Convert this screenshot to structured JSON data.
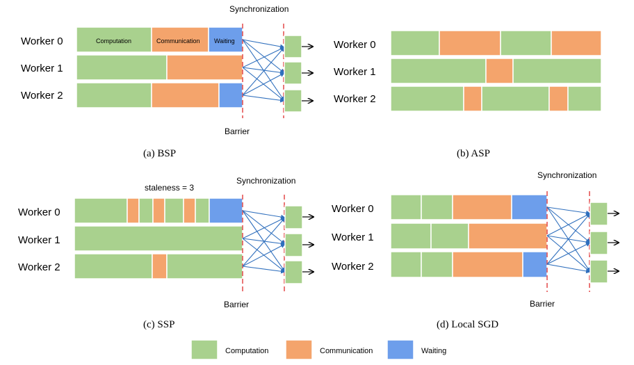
{
  "colors": {
    "computation": "#a9d18e",
    "communication": "#f4a46c",
    "waiting": "#6d9eeb",
    "barrier": "#e03c3c",
    "arrow": "#2f6fbd",
    "stroke": "#ffffff"
  },
  "legend": {
    "computation": "Computation",
    "communication": "Communication",
    "waiting": "Waiting"
  },
  "panels": {
    "bsp": {
      "caption": "(a)  BSP",
      "workers": [
        "Worker 0",
        "Worker 1",
        "Worker 2"
      ],
      "inner_labels": {
        "computation": "Computation",
        "communication": "Communication",
        "waiting": "Waiting"
      },
      "sync_label": "Synchronization",
      "barrier_label": "Barrier"
    },
    "asp": {
      "caption": "(b)  ASP",
      "workers": [
        "Worker 0",
        "Worker 1",
        "Worker 2"
      ]
    },
    "ssp": {
      "caption": "(c)  SSP",
      "workers": [
        "Worker 0",
        "Worker 1",
        "Worker 2"
      ],
      "staleness": "staleness = 3",
      "sync_label": "Synchronization",
      "barrier_label": "Barrier"
    },
    "local_sgd": {
      "caption": "(d)  Local SGD",
      "workers": [
        "Worker 0",
        "Worker 1",
        "Worker 2"
      ],
      "sync_label": "Synchronization",
      "barrier_label": "Barrier"
    }
  }
}
